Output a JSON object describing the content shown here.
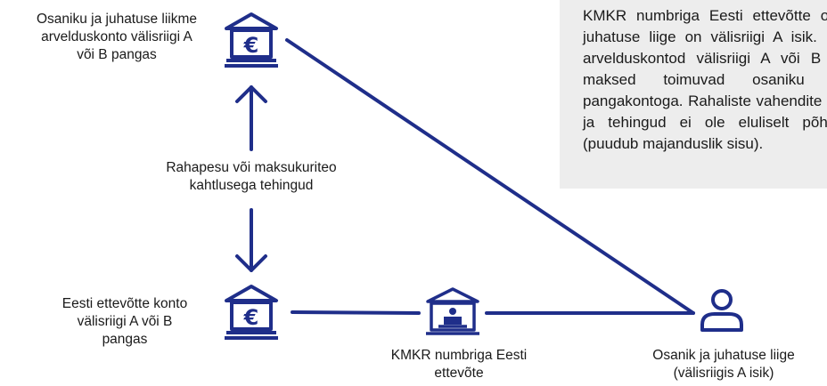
{
  "colors": {
    "line": "#1f2e8a",
    "note_bg": "#ededed",
    "text": "#1a1a1a"
  },
  "icons": {
    "top_bank": "bank-euro-icon",
    "bottom_bank": "bank-euro-icon",
    "company": "company-building-icon",
    "person": "person-icon"
  },
  "labels": {
    "top_account": "Osaniku ja juhatuse liikme\narvelduskonto välisriigi A\nvõi B pangas",
    "middle": "Rahapesu või maksukuriteo\nkahtlusega tehingud",
    "bottom_account": "Eesti ettevõtte konto\nvälisriigi A või B\npangas",
    "company": "KMKR numbriga Eesti\nettevõte",
    "person": "Osanik ja juhatuse liige\n(välisriigis A isik)"
  },
  "note": {
    "text": "KMKR numbriga Eesti ettevõtte osanik ja juhatuse liige on välisriigi A isik. Ettevõtte arvelduskontod välisriigi A või B pangas, maksed toimuvad osaniku välisriigi pangakontoga. Rahaliste vahendite liikumine ja tehingud ei ole eluliselt põhjendatud (puudub majanduslik sisu)."
  }
}
